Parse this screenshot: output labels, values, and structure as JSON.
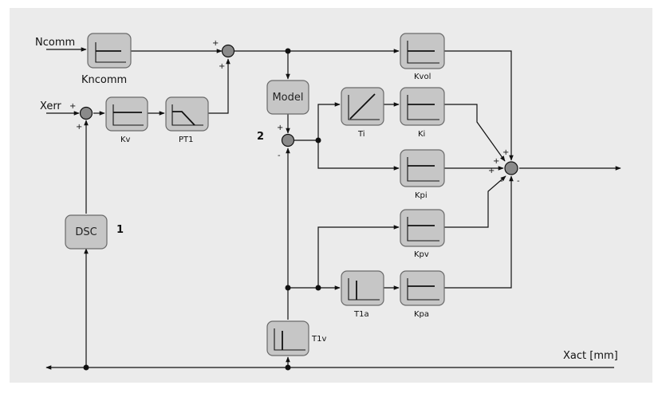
{
  "signals": {
    "ncomm": "Ncomm",
    "xerr": "Xerr",
    "xact": "Xact [mm]"
  },
  "blocks": {
    "kncomm": "Kncomm",
    "kv": "Kv",
    "pt1": "PT1",
    "model": "Model",
    "ti": "Ti",
    "ki": "Ki",
    "kvol": "Kvol",
    "kpi": "Kpi",
    "kpv": "Kpv",
    "t1a": "T1a",
    "kpa": "Kpa",
    "t1v": "T1v",
    "dsc": "DSC"
  },
  "markers": {
    "one": "1",
    "two": "2"
  },
  "signs": {
    "plus": "+",
    "minus": "-"
  },
  "colors": {
    "background": "#ebebeb",
    "block_fill": "#c6c6c6",
    "block_stroke": "#6a6a6a",
    "line": "#111111",
    "junction": "#8a8a8a"
  }
}
